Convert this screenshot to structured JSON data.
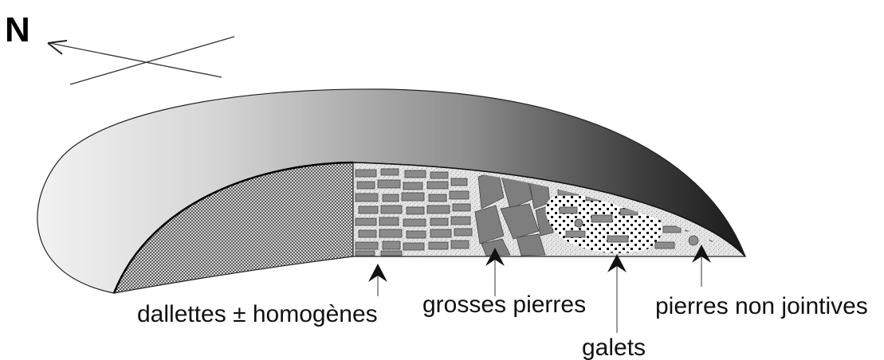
{
  "compass": {
    "north_label": "N"
  },
  "labels": {
    "dallettes": "dallettes ± homogènes",
    "grosses": "grosses pierres",
    "galets": "galets",
    "non_jointives": "pierres non jointives"
  }
}
